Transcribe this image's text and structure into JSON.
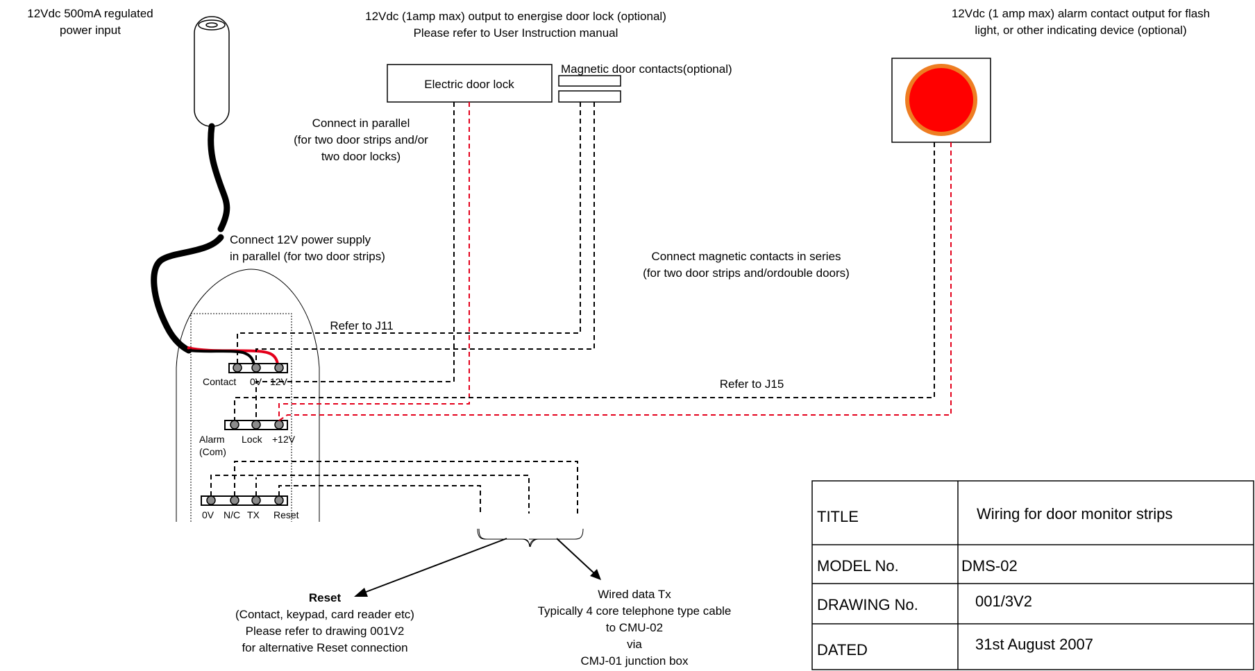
{
  "labels": {
    "power_input": [
      "12Vdc 500mA regulated",
      "power input"
    ],
    "lock_output": [
      "12Vdc (1amp max) output to energise door lock (optional)",
      "Please refer to User Instruction manual"
    ],
    "alarm_output": [
      "12Vdc (1 amp max) alarm contact output for flash",
      "light, or other indicating device (optional)"
    ],
    "electric_door_lock": "Electric door lock",
    "magnetic_contacts": "Magnetic door contacts(optional)",
    "connect_parallel": [
      "Connect in parallel",
      "(for two door strips and/or",
      "two door locks)"
    ],
    "connect_power": [
      "Connect 12V power supply",
      "in parallel (for two door strips)"
    ],
    "connect_magnetic": [
      "Connect magnetic contacts  in series",
      "(for two door strips and/ordouble doors)"
    ],
    "refer_j11": "Refer to J11",
    "refer_j15": "Refer to J15",
    "reset_title": "Reset",
    "reset_desc": [
      "(Contact, keypad, card reader etc)",
      "Please refer to drawing 001V2",
      "for alternative Reset connection"
    ],
    "wired_data": [
      "Wired data Tx",
      "Typically 4 core telephone type cable",
      "to CMU-02",
      "via",
      "CMJ-01 junction box"
    ]
  },
  "terminals": {
    "block1": [
      "Contact",
      "0V",
      "12V"
    ],
    "block2": [
      "Alarm",
      "(Com)",
      "Lock",
      "+12V"
    ],
    "block3": [
      "0V",
      "N/C",
      "TX",
      "Reset"
    ]
  },
  "title_block": {
    "rows": [
      {
        "label": "TITLE",
        "value": "Wiring for door monitor strips"
      },
      {
        "label": "MODEL No.",
        "value": "DMS-02"
      },
      {
        "label": "DRAWING No.",
        "value": "001/3V2"
      },
      {
        "label": "DATED",
        "value": "31st August 2007"
      }
    ]
  },
  "colors": {
    "wire_red": "#e4001b",
    "lamp_red": "#ff0000",
    "lamp_ring": "#ee7d22",
    "terminal_grey": "#8c8c8c"
  }
}
